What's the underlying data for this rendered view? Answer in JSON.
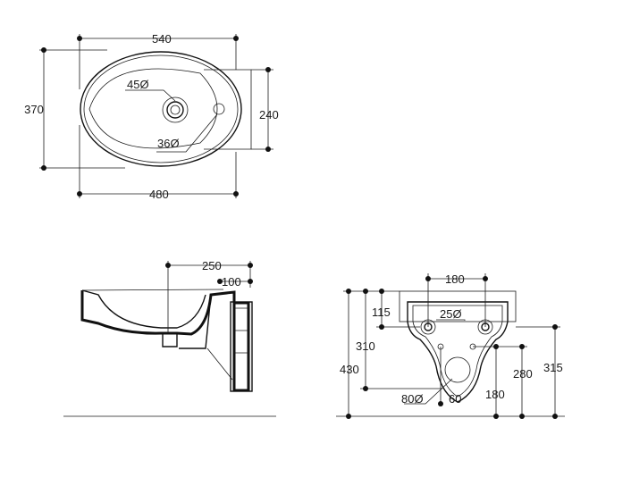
{
  "top_view": {
    "width_overall": "540",
    "height_overall": "370",
    "depth_back": "240",
    "width_bowl": "480",
    "tap_hole": "45Ø",
    "overflow_hole": "36Ø"
  },
  "side_view": {
    "projection": "250",
    "back_depth": "100"
  },
  "rear_view": {
    "fixing_spacing": "180",
    "fixing_diameter": "25Ø",
    "top_offset": "115",
    "waste_height": "310",
    "total_height": "430",
    "waste_diameter": "80Ø",
    "waste_offset": "60",
    "lower_fixing": "180",
    "bracket_height": "280",
    "overall_height_right": "315"
  },
  "colors": {
    "line": "#111111",
    "background": "#ffffff"
  }
}
